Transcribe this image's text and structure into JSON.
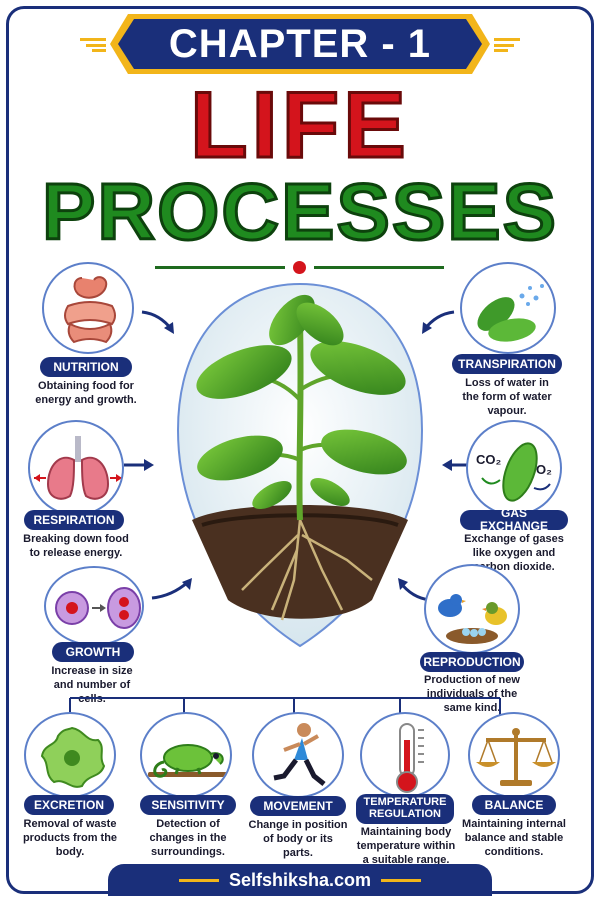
{
  "header": {
    "chapter": "CHAPTER - 1",
    "title_line1": "LIFE",
    "title_line2": "PROCESSES"
  },
  "processes": {
    "nutrition": {
      "label": "NUTRITION",
      "desc": "Obtaining food for energy and growth."
    },
    "respiration": {
      "label": "RESPIRATION",
      "desc": "Breaking down food to release energy."
    },
    "growth": {
      "label": "GROWTH",
      "desc": "Increase in size and number of cells."
    },
    "transpiration": {
      "label": "TRANSPIRATION",
      "desc": "Loss of water in the form of water vapour."
    },
    "gas_exchange": {
      "label": "GAS EXCHANGE",
      "desc": "Exchange of gases like oxygen and carbon dioxide.",
      "co2": "CO₂",
      "o2": "O₂"
    },
    "reproduction": {
      "label": "REPRODUCTION",
      "desc": "Production of new individuals of the same kind."
    },
    "excretion": {
      "label": "EXCRETION",
      "desc": "Removal of waste products from the body."
    },
    "sensitivity": {
      "label": "SENSITIVITY",
      "desc": "Detection of changes in the surroundings."
    },
    "movement": {
      "label": "MOVEMENT",
      "desc": "Change in position of body or its parts."
    },
    "temperature": {
      "label_line1": "TEMPERATURE",
      "label_line2": "REGULATION",
      "desc": "Maintaining body temperature within a suitable range."
    },
    "balance": {
      "label": "BALANCE",
      "desc": "Maintaining internal balance and stable conditions."
    }
  },
  "footer": {
    "site": "Selfshiksha.com"
  },
  "colors": {
    "navy": "#1a2f7a",
    "red": "#d4141c",
    "green": "#1f8a1f",
    "gold": "#f2b51a"
  }
}
